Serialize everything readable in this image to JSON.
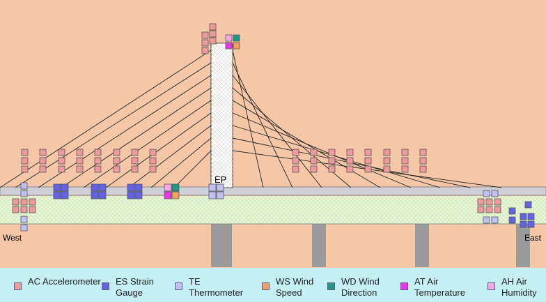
{
  "labels": {
    "west": "West",
    "east": "East",
    "pier": "EP"
  },
  "colors": {
    "sky": "#f5c7a6",
    "deck_band": "#e8f7d4",
    "road": "#cfcfd8",
    "pier": "#9b9b9b",
    "tower": "#ffffff",
    "legend_bg": "#c4eff4",
    "AC": "#ee9a9c",
    "ES": "#6262e6",
    "TE": "#c0c0f4",
    "WS": "#f0a060",
    "WD": "#1c9a86",
    "AT": "#e836e8",
    "AH": "#f4a8e8"
  },
  "legend": [
    {
      "code": "AC",
      "name": "Accelerometer",
      "color": "#ee9a9c"
    },
    {
      "code": "ES",
      "name": "Strain Gauge",
      "color": "#6262e6"
    },
    {
      "code": "TE",
      "name": "Thermometer",
      "color": "#c0c0f4"
    },
    {
      "code": "WS",
      "name": "Wind Speed",
      "color": "#f0a060"
    },
    {
      "code": "WD",
      "name": "Wind Direction",
      "color": "#1c9a86"
    },
    {
      "code": "AT",
      "name": "Air Temperature",
      "color": "#e836e8"
    },
    {
      "code": "AH",
      "name": "Air Humidity",
      "color": "#f4a8e8"
    }
  ],
  "legend_text": [
    "AC Accelerometer",
    "ES Strain Gauge",
    "TE Thermometer",
    "WS Wind Speed",
    "WD Wind Direction",
    "AT Air Temperature",
    "AH Air Humidity"
  ]
}
